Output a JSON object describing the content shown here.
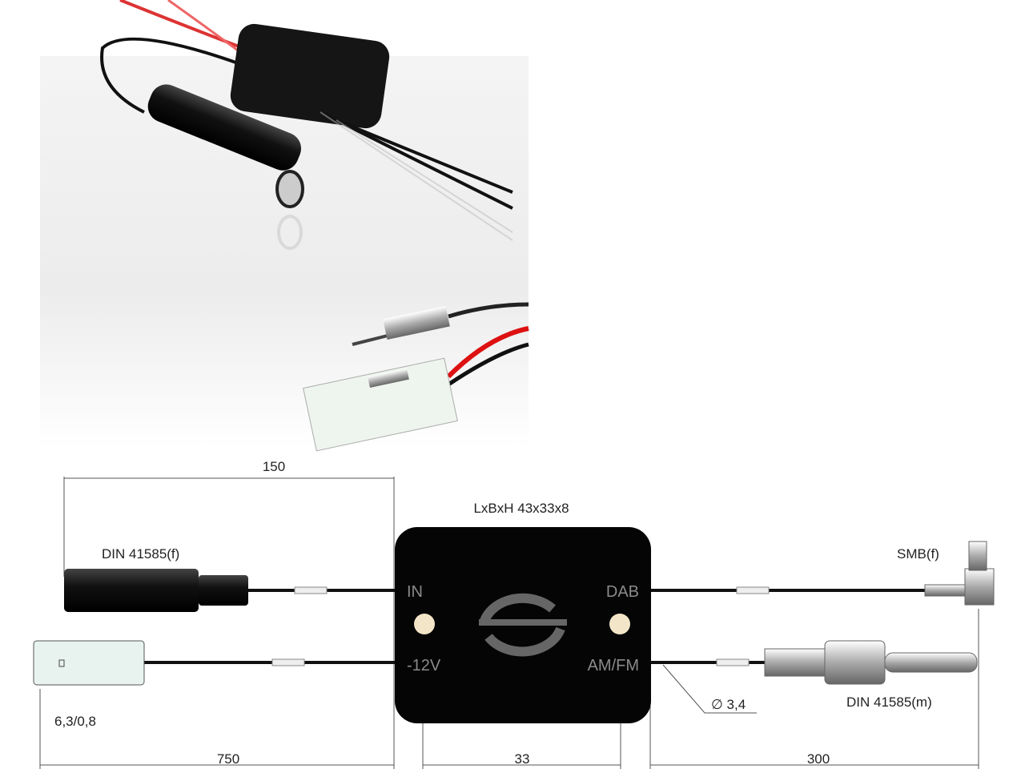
{
  "diagram": {
    "dimensions_label": "LxBxH 43x33x8",
    "module": {
      "in": "IN",
      "power": "-12V",
      "dab": "DAB",
      "amfm": "AM/FM"
    },
    "connectors": {
      "din_female": "DIN 41585(f)",
      "smb": "SMB(f)",
      "din_male": "DIN 41585(m)",
      "flat": "6,3/0,8",
      "cable_diameter": "∅ 3,4"
    },
    "measurements": {
      "top": "150",
      "left": "750",
      "module": "33",
      "right": "300"
    }
  }
}
